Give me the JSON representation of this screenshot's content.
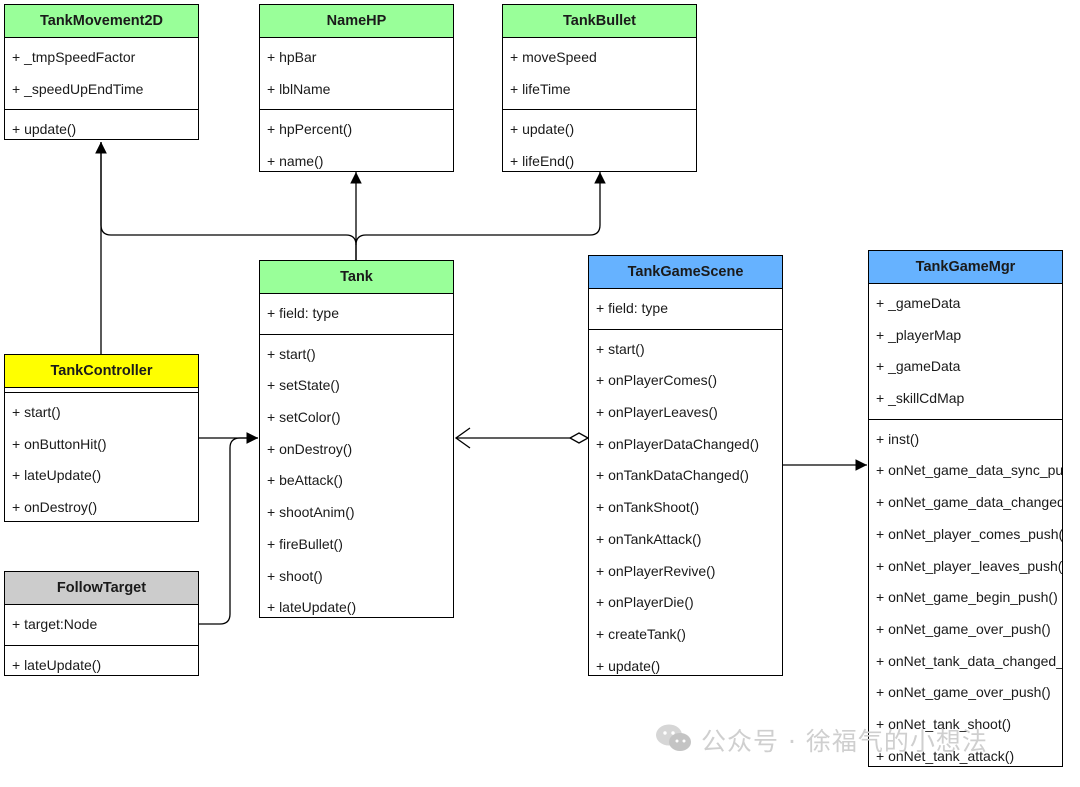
{
  "classes": {
    "tankMovement2D": {
      "name": "TankMovement2D",
      "fields": [
        "+ _tmpSpeedFactor",
        "+ _speedUpEndTime"
      ],
      "methods": [
        "+ update()"
      ]
    },
    "nameHP": {
      "name": "NameHP",
      "fields": [
        "+ hpBar",
        "+ lblName"
      ],
      "methods": [
        "+ hpPercent()",
        "+ name()"
      ]
    },
    "tankBullet": {
      "name": "TankBullet",
      "fields": [
        "+ moveSpeed",
        "+ lifeTime"
      ],
      "methods": [
        "+ update()",
        "+ lifeEnd()"
      ]
    },
    "tank": {
      "name": "Tank",
      "fields": [
        "+ field: type"
      ],
      "methods": [
        "+ start()",
        "+ setState()",
        "+ setColor()",
        "+ onDestroy()",
        "+ beAttack()",
        "+ shootAnim()",
        "+ fireBullet()",
        "+ shoot()",
        "+ lateUpdate()"
      ]
    },
    "tankController": {
      "name": "TankController",
      "fields": [],
      "methods": [
        "+ start()",
        "+ onButtonHit()",
        "+ lateUpdate()",
        "+ onDestroy()"
      ]
    },
    "followTarget": {
      "name": "FollowTarget",
      "fields": [
        "+ target:Node"
      ],
      "methods": [
        "+ lateUpdate()"
      ]
    },
    "tankGameScene": {
      "name": "TankGameScene",
      "fields": [
        "+ field: type"
      ],
      "methods": [
        "+ start()",
        "+ onPlayerComes()",
        "+ onPlayerLeaves()",
        "+ onPlayerDataChanged()",
        "+ onTankDataChanged()",
        "+ onTankShoot()",
        "+ onTankAttack()",
        "+ onPlayerRevive()",
        "+ onPlayerDie()",
        "+ createTank()",
        "+ update()"
      ]
    },
    "tankGameMgr": {
      "name": "TankGameMgr",
      "fields": [
        "+ _gameData",
        "+ _playerMap",
        "+ _gameData",
        "+ _skillCdMap"
      ],
      "methods": [
        "+ inst()",
        "+ onNet_game_data_sync_push()",
        "+ onNet_game_data_changed_push()",
        "+ onNet_player_comes_push()",
        "+ onNet_player_leaves_push()",
        "+ onNet_game_begin_push()",
        "+ onNet_game_over_push()",
        "+ onNet_tank_data_changed_push()",
        "+ onNet_game_over_push()",
        "+ onNet_tank_shoot()",
        "+ onNet_tank_attack()"
      ]
    }
  },
  "watermark": "公众号 · 徐福气的小想法",
  "colors": {
    "header_green": "#99ff99",
    "header_yellow": "#ffff00",
    "header_gray": "#cccccc",
    "header_blue": "#66b2ff"
  }
}
